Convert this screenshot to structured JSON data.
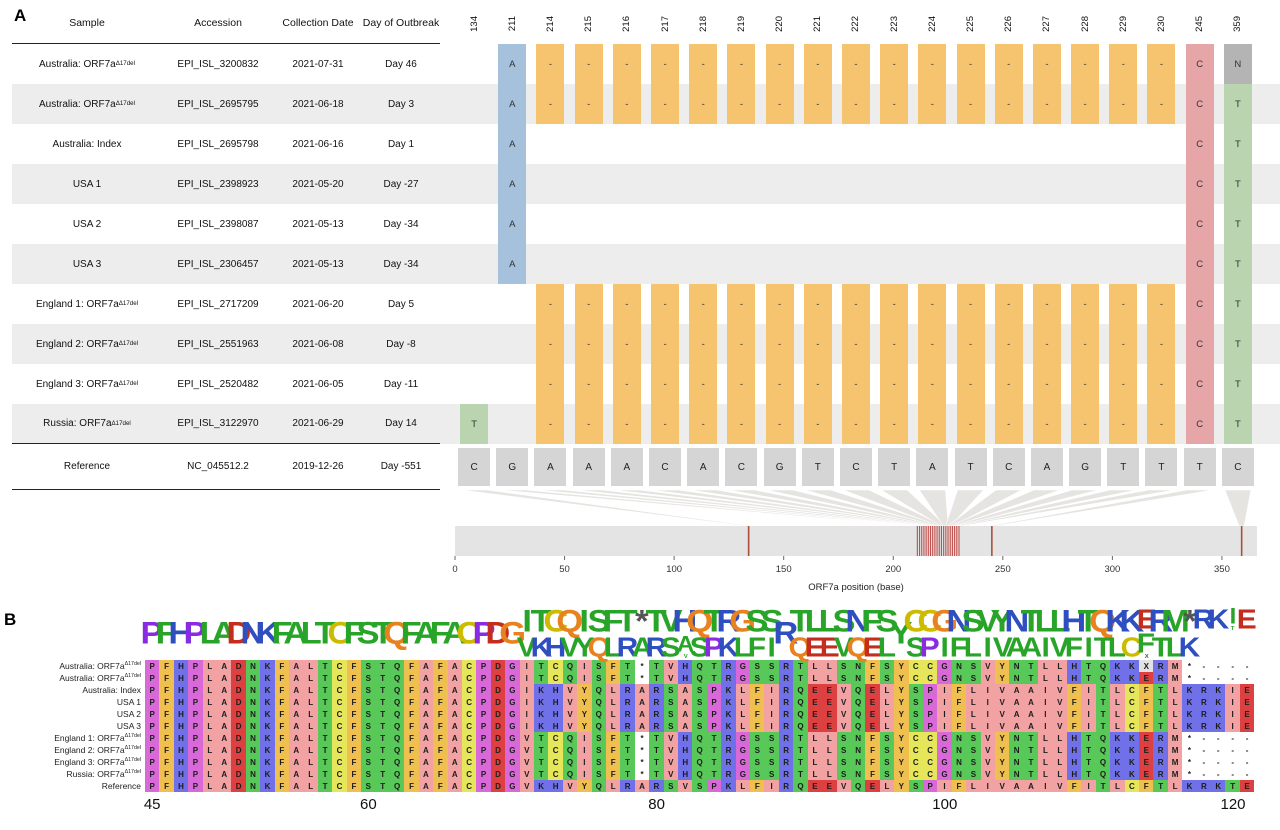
{
  "panelA": {
    "label": "A",
    "table": {
      "headers": [
        "Sample",
        "Accession",
        "Collection Date",
        "Day of Outbreak"
      ],
      "rows": [
        {
          "sample": "Australia: ORF7a",
          "sup": "Δ17del",
          "accession": "EPI_ISL_3200832",
          "date": "2021-07-31",
          "day": "Day 46"
        },
        {
          "sample": "Australia: ORF7a",
          "sup": "Δ17del",
          "accession": "EPI_ISL_2695795",
          "date": "2021-06-18",
          "day": "Day 3"
        },
        {
          "sample": "Australia: Index",
          "sup": "",
          "accession": "EPI_ISL_2695798",
          "date": "2021-06-16",
          "day": "Day 1"
        },
        {
          "sample": "USA 1",
          "sup": "",
          "accession": "EPI_ISL_2398923",
          "date": "2021-05-20",
          "day": "Day -27"
        },
        {
          "sample": "USA 2",
          "sup": "",
          "accession": "EPI_ISL_2398087",
          "date": "2021-05-13",
          "day": "Day -34"
        },
        {
          "sample": "USA 3",
          "sup": "",
          "accession": "EPI_ISL_2306457",
          "date": "2021-05-13",
          "day": "Day -34"
        },
        {
          "sample": "England 1: ORF7a",
          "sup": "Δ17del",
          "accession": "EPI_ISL_2717209",
          "date": "2021-06-20",
          "day": "Day 5"
        },
        {
          "sample": "England 2: ORF7a",
          "sup": "Δ17del",
          "accession": "EPI_ISL_2551963",
          "date": "2021-06-08",
          "day": "Day -8"
        },
        {
          "sample": "England 3: ORF7a",
          "sup": "Δ17del",
          "accession": "EPI_ISL_2520482",
          "date": "2021-06-05",
          "day": "Day -11"
        },
        {
          "sample": "Russia: ORF7a",
          "sup": "Δ17del",
          "accession": "EPI_ISL_3122970",
          "date": "2021-06-29",
          "day": "Day 14"
        },
        {
          "sample": "Reference",
          "sup": "",
          "accession": "NC_045512.2",
          "date": "2019-12-26",
          "day": "Day -551"
        }
      ]
    },
    "positions": [
      134,
      211,
      214,
      215,
      216,
      217,
      218,
      219,
      220,
      221,
      222,
      223,
      224,
      225,
      226,
      227,
      228,
      229,
      230,
      245,
      359
    ],
    "matrix": [
      [
        "",
        "A",
        "-",
        "-",
        "-",
        "-",
        "-",
        "-",
        "-",
        "-",
        "-",
        "-",
        "-",
        "-",
        "-",
        "-",
        "-",
        "-",
        "-",
        "C",
        "N"
      ],
      [
        "",
        "A",
        "-",
        "-",
        "-",
        "-",
        "-",
        "-",
        "-",
        "-",
        "-",
        "-",
        "-",
        "-",
        "-",
        "-",
        "-",
        "-",
        "-",
        "C",
        "T"
      ],
      [
        "",
        "A",
        "",
        "",
        "",
        "",
        "",
        "",
        "",
        "",
        "",
        "",
        "",
        "",
        "",
        "",
        "",
        "",
        "",
        "C",
        "T"
      ],
      [
        "",
        "A",
        "",
        "",
        "",
        "",
        "",
        "",
        "",
        "",
        "",
        "",
        "",
        "",
        "",
        "",
        "",
        "",
        "",
        "C",
        "T"
      ],
      [
        "",
        "A",
        "",
        "",
        "",
        "",
        "",
        "",
        "",
        "",
        "",
        "",
        "",
        "",
        "",
        "",
        "",
        "",
        "",
        "C",
        "T"
      ],
      [
        "",
        "A",
        "",
        "",
        "",
        "",
        "",
        "",
        "",
        "",
        "",
        "",
        "",
        "",
        "",
        "",
        "",
        "",
        "",
        "C",
        "T"
      ],
      [
        "",
        "",
        "-",
        "-",
        "-",
        "-",
        "-",
        "-",
        "-",
        "-",
        "-",
        "-",
        "-",
        "-",
        "-",
        "-",
        "-",
        "-",
        "-",
        "C",
        "T"
      ],
      [
        "",
        "",
        "-",
        "-",
        "-",
        "-",
        "-",
        "-",
        "-",
        "-",
        "-",
        "-",
        "-",
        "-",
        "-",
        "-",
        "-",
        "-",
        "-",
        "C",
        "T"
      ],
      [
        "",
        "",
        "-",
        "-",
        "-",
        "-",
        "-",
        "-",
        "-",
        "-",
        "-",
        "-",
        "-",
        "-",
        "-",
        "-",
        "-",
        "-",
        "-",
        "C",
        "T"
      ],
      [
        "T",
        "",
        "-",
        "-",
        "-",
        "-",
        "-",
        "-",
        "-",
        "-",
        "-",
        "-",
        "-",
        "-",
        "-",
        "-",
        "-",
        "-",
        "-",
        "C",
        "T"
      ],
      [
        "C",
        "G",
        "A",
        "A",
        "A",
        "C",
        "A",
        "C",
        "G",
        "T",
        "C",
        "T",
        "A",
        "T",
        "C",
        "A",
        "G",
        "T",
        "T",
        "T",
        "C"
      ]
    ],
    "base_colors": {
      "A": "#a6c1dc",
      "C": "#e6a6a8",
      "G": "#d2d2d2",
      "T": "#b9d4ae",
      "N": "#b4b4b4",
      "-": "#f6c46e"
    },
    "ref_cell_color": "#d5d5d5",
    "genome": {
      "length": 366,
      "bar_color": "#e4e4e4",
      "ticks": [
        0,
        50,
        100,
        150,
        200,
        250,
        300,
        350
      ],
      "xlabel": "ORF7a position (base)",
      "single_markers": [
        134,
        245,
        359
      ],
      "cluster": {
        "start": 211,
        "end": 230
      },
      "marker_color": "#a8503a",
      "cluster_color": "#c0504d"
    }
  },
  "panelB": {
    "label": "B",
    "start": 45,
    "axis_ticks": [
      45,
      60,
      80,
      100,
      120
    ],
    "rows": [
      {
        "name": "Australia: ORF7a",
        "sup": "Δ17del",
        "seq": "PFHPLADNKFALTCFSTQFAFACPDGITCQISFT*TVHQTRGSSRTLLSNFSYCCGNSVYNTLLHTQKKXRM*----"
      },
      {
        "name": "Australia: ORF7a",
        "sup": "Δ17del",
        "seq": "PFHPLADNKFALTCFSTQFAFACPDGITCQISFT*TVHQTRGSSRTLLSNFSYCCGNSVYNTLLHTQKKERM*----"
      },
      {
        "name": "Australia: Index",
        "sup": "",
        "seq": "PFHPLADNKFALTCFSTQFAFACPDGIKHVYQLRARSASPKLFIRQEEVQELYSPIFLIVAAIVFITLCFTLKRKIE"
      },
      {
        "name": "USA 1",
        "sup": "",
        "seq": "PFHPLADNKFALTCFSTQFAFACPDGIKHVYQLRARSASPKLFIRQEEVQELYSPIFLIVAAIVFITLCFTLKRKIE"
      },
      {
        "name": "USA 2",
        "sup": "",
        "seq": "PFHPLADNKFALTCFSTQFAFACPDGIKHVYQLRARSASPKLFIRQEEVQELYSPIFLIVAAIVFITLCFTLKRKIE"
      },
      {
        "name": "USA 3",
        "sup": "",
        "seq": "PFHPLADNKFALTCFSTQFAFACPDGIKHVYQLRARSASPKLFIRQEEVQELYSPIFLIVAAIVFITLCFTLKRKIE"
      },
      {
        "name": "England 1: ORF7a",
        "sup": "Δ17del",
        "seq": "PFHPLADNKFALTCFSTQFAFACPDGVTCQISFT*TVHQTRGSSRTLLSNFSYCCGNSVYNTLLHTQKKERM*----"
      },
      {
        "name": "England 2: ORF7a",
        "sup": "Δ17del",
        "seq": "PFHPLADNKFALTCFSTQFAFACPDGVTCQISFT*TVHQTRGSSRTLLSNFSYCCGNSVYNTLLHTQKKERM*----"
      },
      {
        "name": "England 3: ORF7a",
        "sup": "Δ17del",
        "seq": "PFHPLADNKFALTCFSTQFAFACPDGVTCQISFT*TVHQTRGSSRTLLSNFSYCCGNSVYNTLLHTQKKERM*----"
      },
      {
        "name": "Russia: ORF7a",
        "sup": "Δ17del",
        "seq": "PFHPLADNKFALTCFSTQFAFACPDGVTCQISFT*TVHQTRGSSRTLLSNFSYCCGNSVYNTLLHTQKKERM*----"
      },
      {
        "name": "Reference",
        "sup": "",
        "seq": "PFHPLADNKFALTCFSTQFAFACPDGVKHVYQLRARSVSPKLFIRQEEVQELYSPIFLIVAAIVFITLCFTLKRKTE"
      }
    ],
    "aa_colors": {
      "ILVAM": "#f2a2a2",
      "FWY": "#efc050",
      "KRH": "#7070e8",
      "DE": "#dd4040",
      "STNQ": "#58c858",
      "PG": "#d968d9",
      "C": "#e6e65a",
      "X": "#e2e2e2",
      "*": "#ffffff",
      "-": "#ffffff"
    },
    "logo_colors": {
      "AFILMSVTWY": "#28a428",
      "KRHN": "#2f4fc0",
      "DE": "#c42d1d",
      "C": "#cdbb00",
      "GQ": "#e8821e",
      "P": "#8a2be2",
      "*X": "#555555"
    }
  }
}
